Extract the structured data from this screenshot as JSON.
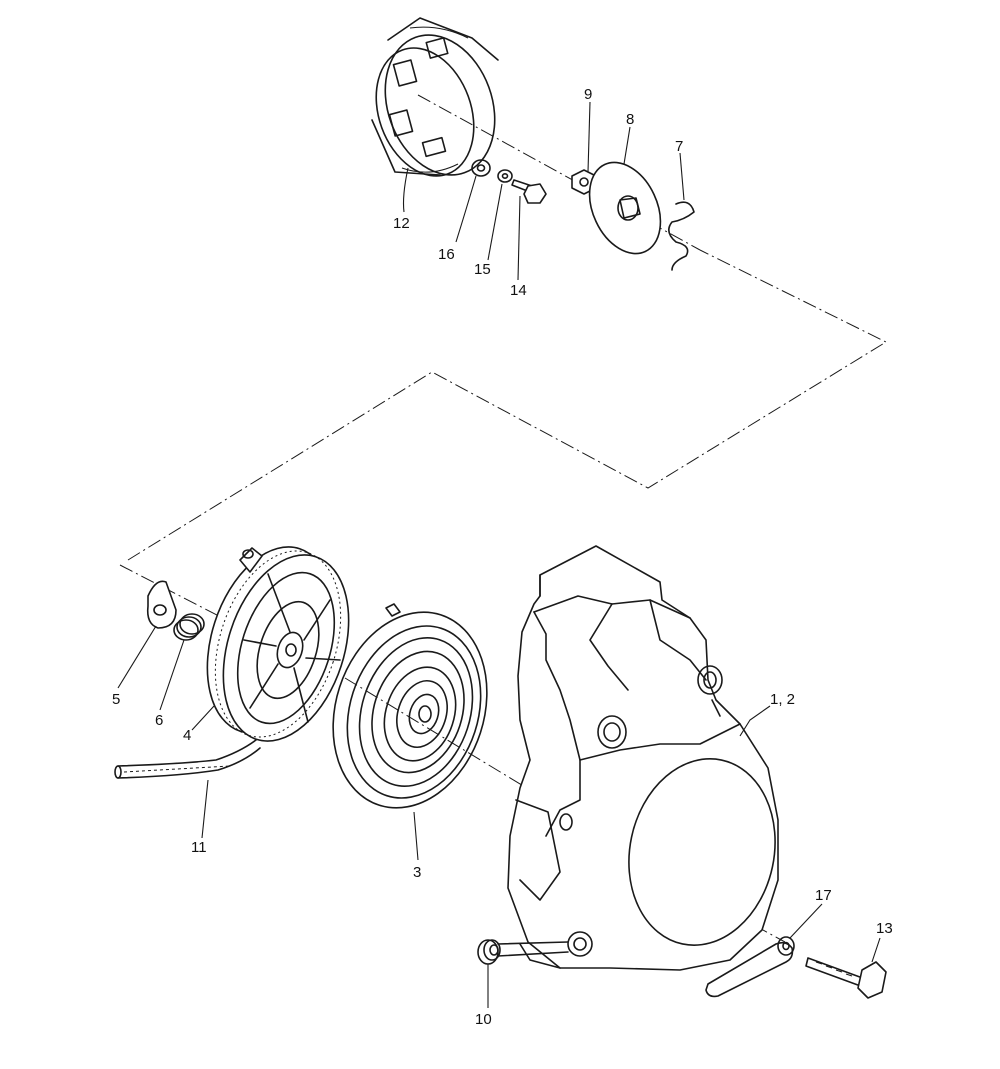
{
  "diagram": {
    "callouts": {
      "c1_2": "1, 2",
      "c3": "3",
      "c4": "4",
      "c5": "5",
      "c6": "6",
      "c7": "7",
      "c8": "8",
      "c9": "9",
      "c10": "10",
      "c11": "11",
      "c12": "12",
      "c13": "13",
      "c14": "14",
      "c15": "15",
      "c16": "16",
      "c17": "17"
    }
  }
}
